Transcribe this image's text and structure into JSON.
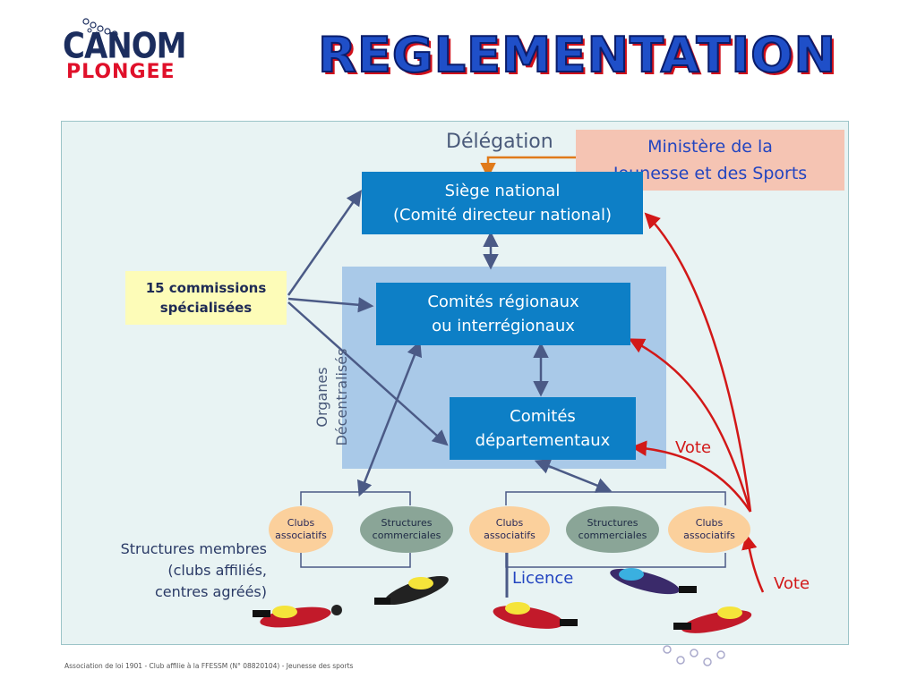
{
  "logo": {
    "top": "CANOM",
    "bottom": "PLONGEE"
  },
  "title": "REGLEMENTATION",
  "diagram": {
    "delegation": "Délégation",
    "ministry": [
      "Ministère de la",
      "Jeunesse et des Sports"
    ],
    "national": [
      "Siège national",
      "(Comité directeur national)"
    ],
    "regional": [
      "Comités régionaux",
      "ou interrégionaux"
    ],
    "departmental": [
      "Comités",
      "départementaux"
    ],
    "commissions": [
      "15 commissions",
      "spécialisées"
    ],
    "decentralized": [
      "Organes",
      "Décentralisés"
    ],
    "vote_1": "Vote",
    "vote_2": "Vote",
    "licence": "Licence",
    "members": [
      "Structures membres",
      "(clubs affiliés,",
      "centres agréés)"
    ],
    "ovals": [
      {
        "line1": "Clubs",
        "line2": "associatifs"
      },
      {
        "line1": "Structures",
        "line2": "commerciales"
      },
      {
        "line1": "Clubs",
        "line2": "associatifs"
      },
      {
        "line1": "Structures",
        "line2": "commerciales"
      },
      {
        "line1": "Clubs",
        "line2": "associatifs"
      }
    ]
  },
  "footer": "Association de loi 1901 - Club affilie à la FFESSM (N° 08820104) - Jeunesse des sports",
  "colors": {
    "box": "#0d7fc6",
    "region": "#a9c9e8",
    "arrow_blue": "#4b5a86",
    "arrow_red": "#d21818",
    "arrow_orange": "#e07a1a"
  }
}
